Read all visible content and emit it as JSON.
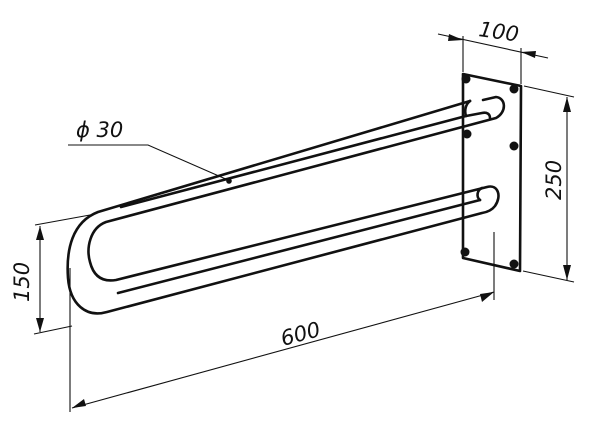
{
  "dimensions": {
    "diameter_label": "ϕ 30",
    "length_label": "600",
    "height_label": "150",
    "plate_height_label": "250",
    "plate_width_label": "100"
  }
}
